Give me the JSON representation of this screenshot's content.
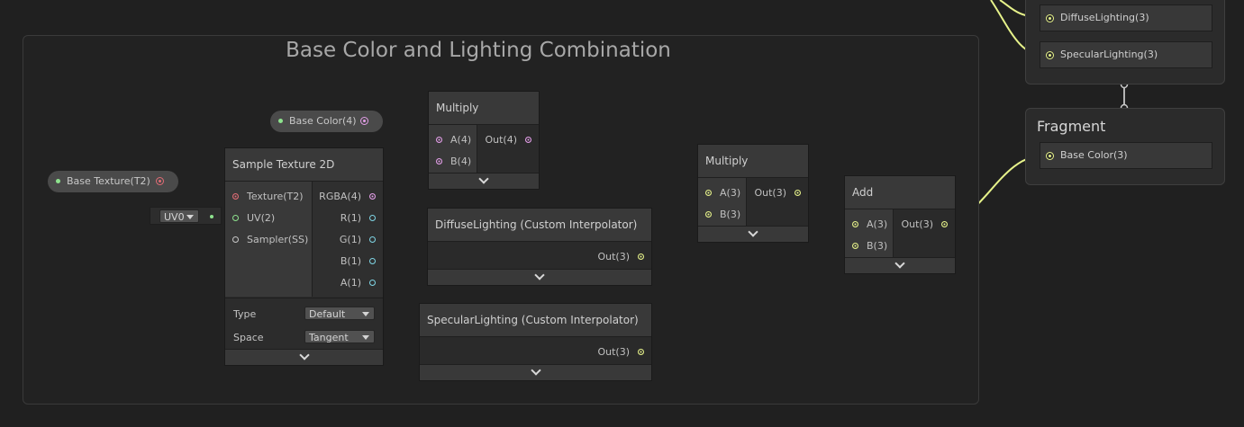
{
  "group": {
    "title": "Base Color and Lighting Combination"
  },
  "colors": {
    "texture": "#e06c75",
    "vector4": "#e39ee8",
    "vector3": "#e6f28a",
    "vector2": "#8ee38e",
    "uv": "#9bdcd6",
    "float": "#7fd6e6"
  },
  "properties": {
    "base_color": "Base Color(4)",
    "base_texture": "Base Texture(T2)"
  },
  "uv_dropdown": "UV0",
  "sample_texture": {
    "title": "Sample Texture 2D",
    "inputs": [
      "Texture(T2)",
      "UV(2)",
      "Sampler(SS)"
    ],
    "outputs": [
      "RGBA(4)",
      "R(1)",
      "G(1)",
      "B(1)",
      "A(1)"
    ],
    "type_label": "Type",
    "type_value": "Default",
    "space_label": "Space",
    "space_value": "Tangent"
  },
  "multiply1": {
    "title": "Multiply",
    "inputs": [
      "A(4)",
      "B(4)"
    ],
    "output": "Out(4)"
  },
  "multiply2": {
    "title": "Multiply",
    "inputs": [
      "A(3)",
      "B(3)"
    ],
    "output": "Out(3)"
  },
  "add": {
    "title": "Add",
    "inputs": [
      "A(3)",
      "B(3)"
    ],
    "output": "Out(3)"
  },
  "diffuse_node": {
    "title": "DiffuseLighting (Custom Interpolator)",
    "output": "Out(3)"
  },
  "specular_node": {
    "title": "SpecularLighting (Custom Interpolator)",
    "output": "Out(3)"
  },
  "vertex_block": {
    "slots": [
      "DiffuseLighting(3)",
      "SpecularLighting(3)"
    ]
  },
  "fragment_block": {
    "title": "Fragment",
    "slots": [
      "Base Color(3)"
    ]
  }
}
